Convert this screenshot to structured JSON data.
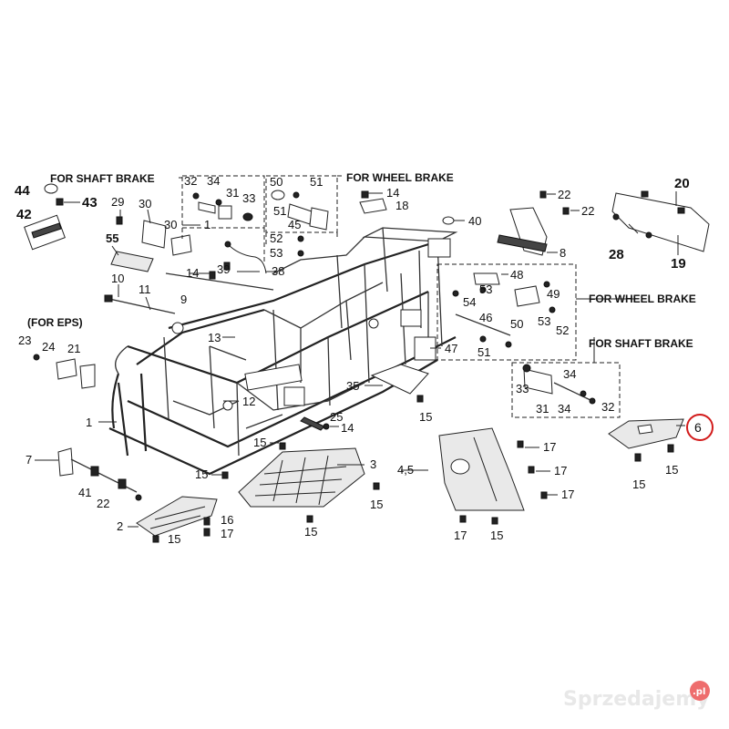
{
  "diagram": {
    "headings": {
      "shaft_brake_top": "FOR SHAFT BRAKE",
      "wheel_brake_top": "FOR WHEEL BRAKE",
      "wheel_brake_right": "FOR WHEEL BRAKE",
      "shaft_brake_right": "FOR SHAFT BRAKE",
      "eps": "(FOR EPS)"
    },
    "callouts": {
      "c44": "44",
      "c43": "43",
      "c42": "42",
      "c29": "29",
      "c30": "30",
      "c55": "55",
      "c30_1": "30",
      "c1_a": "1",
      "c10": "10",
      "c11": "11",
      "c14_a": "14",
      "c39": "39",
      "c9": "9",
      "c38": "38",
      "c32_a": "32",
      "c34_a": "34",
      "c31_a": "31",
      "c33_a": "33",
      "c50_a": "50",
      "c51_a": "51",
      "c51_b": "51",
      "c45": "45",
      "c52_a": "52",
      "c53_a": "53",
      "c14_b": "14",
      "c18": "18",
      "c40": "40",
      "c22_a": "22",
      "c22_b": "22",
      "c8": "8",
      "c20": "20",
      "c28": "28",
      "c19": "19",
      "c48": "48",
      "c53_b": "53",
      "c54": "54",
      "c49": "49",
      "c53_c": "53",
      "c52_b": "52",
      "c46": "46",
      "c50_b": "50",
      "c47": "47",
      "c51_c": "51",
      "c23": "23",
      "c24": "24",
      "c21": "21",
      "c13": "13",
      "c12": "12",
      "c1_b": "1",
      "c35": "35",
      "c15_a": "15",
      "c34_b": "34",
      "c33_b": "33",
      "c31_b": "31",
      "c34_c": "34",
      "c32_b": "32",
      "c6": "6",
      "c15_b": "15",
      "c15_c": "15",
      "c25": "25",
      "c14_c": "14",
      "c15_d": "15",
      "c3": "3",
      "c15_e": "15",
      "c15_f": "15",
      "c15_g": "15",
      "c45_lower": "4,5",
      "c17_a": "17",
      "c17_b": "17",
      "c17_c": "17",
      "c17_d": "17",
      "c15_h": "15",
      "c7": "7",
      "c41": "41",
      "c22_c": "22",
      "c2": "2",
      "c16": "16",
      "c17_e": "17",
      "c15_i": "15"
    },
    "highlight_color": "#d21b1b",
    "highlighted_part": "6"
  },
  "watermark": {
    "text": "Sprzedajemy",
    "badge": ".pl"
  }
}
